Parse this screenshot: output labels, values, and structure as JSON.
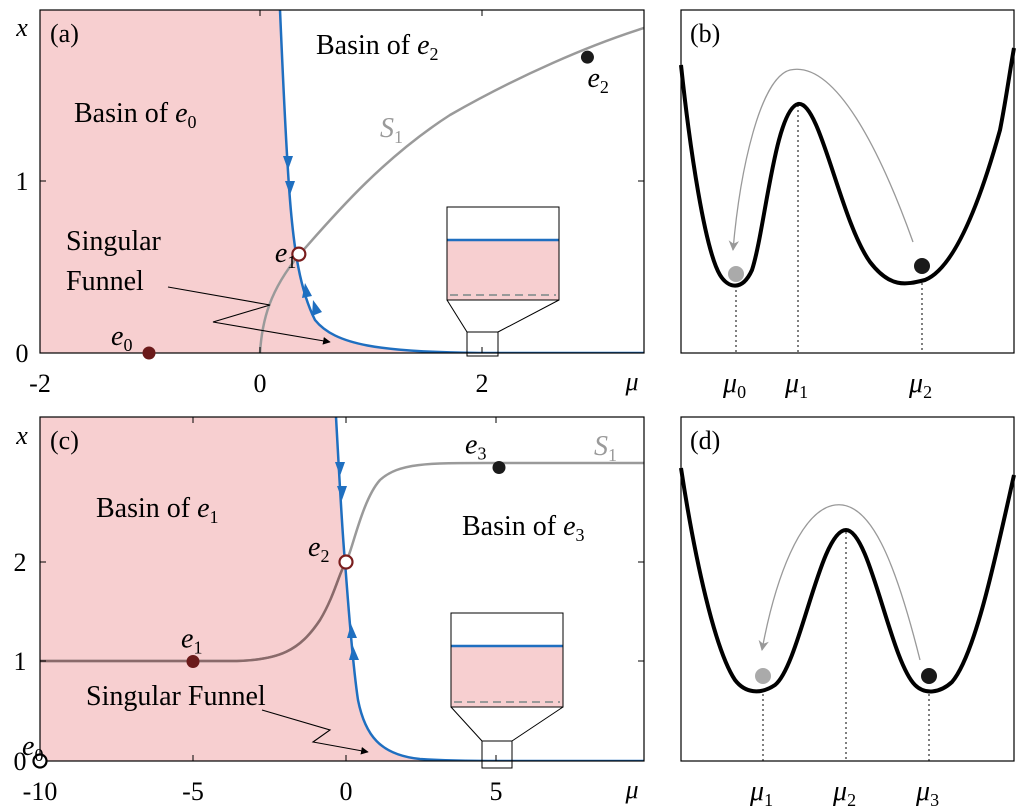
{
  "panels": {
    "a": {
      "label": "(a)",
      "ylabel": "x",
      "xlabel": "μ",
      "xticks": [
        "-2",
        "0",
        "2"
      ],
      "yticks": [
        "0",
        "1"
      ],
      "basin_left_text": "Basin of ",
      "basin_left_eq": "e",
      "basin_left_sub": "0",
      "basin_right_text": "Basin of ",
      "basin_right_eq": "e",
      "basin_right_sub": "2",
      "curve_label": "S",
      "curve_sub": "1",
      "funnel_line1": "Singular",
      "funnel_line2": "Funnel",
      "points": [
        {
          "name": "e",
          "sub": "0",
          "mu": -1.0,
          "x": 0.0,
          "style": "filled-dark"
        },
        {
          "name": "e",
          "sub": "1",
          "mu": 0.35,
          "x": 0.575,
          "style": "open"
        },
        {
          "name": "e",
          "sub": "2",
          "mu": 2.95,
          "x": 1.72,
          "style": "filled"
        }
      ]
    },
    "b": {
      "label": "(b)",
      "ticks": [
        {
          "name": "μ",
          "sub": "0"
        },
        {
          "name": "μ",
          "sub": "1"
        },
        {
          "name": "μ",
          "sub": "2"
        }
      ]
    },
    "c": {
      "label": "(c)",
      "ylabel": "x",
      "xlabel": "μ",
      "xticks": [
        "-10",
        "-5",
        "0",
        "5"
      ],
      "yticks": [
        "0",
        "1",
        "2"
      ],
      "basin_left_text": "Basin of ",
      "basin_left_eq": "e",
      "basin_left_sub": "1",
      "basin_right_text": "Basin of ",
      "basin_right_eq": "e",
      "basin_right_sub": "3",
      "curve_label": "S",
      "curve_sub": "1",
      "funnel_text": "Singular Funnel",
      "points": [
        {
          "name": "e",
          "sub": "0",
          "mu": -10.0,
          "x": 0.0,
          "style": "open-black"
        },
        {
          "name": "e",
          "sub": "1",
          "mu": -5.0,
          "x": 1.0,
          "style": "filled-dark"
        },
        {
          "name": "e",
          "sub": "2",
          "mu": 0.0,
          "x": 2.0,
          "style": "open"
        },
        {
          "name": "e",
          "sub": "3",
          "mu": 5.0,
          "x": 2.95,
          "style": "filled"
        }
      ]
    },
    "d": {
      "label": "(d)",
      "ticks": [
        {
          "name": "μ",
          "sub": "1"
        },
        {
          "name": "μ",
          "sub": "2"
        },
        {
          "name": "μ",
          "sub": "3"
        }
      ]
    }
  },
  "colors": {
    "basin_fill": "#f7cfd0",
    "manifold": "#1f6fc0",
    "s1_curve": "#9a9a9a",
    "point_dark": "#6b1a1a",
    "point_open_edge": "#7a1e1e"
  }
}
